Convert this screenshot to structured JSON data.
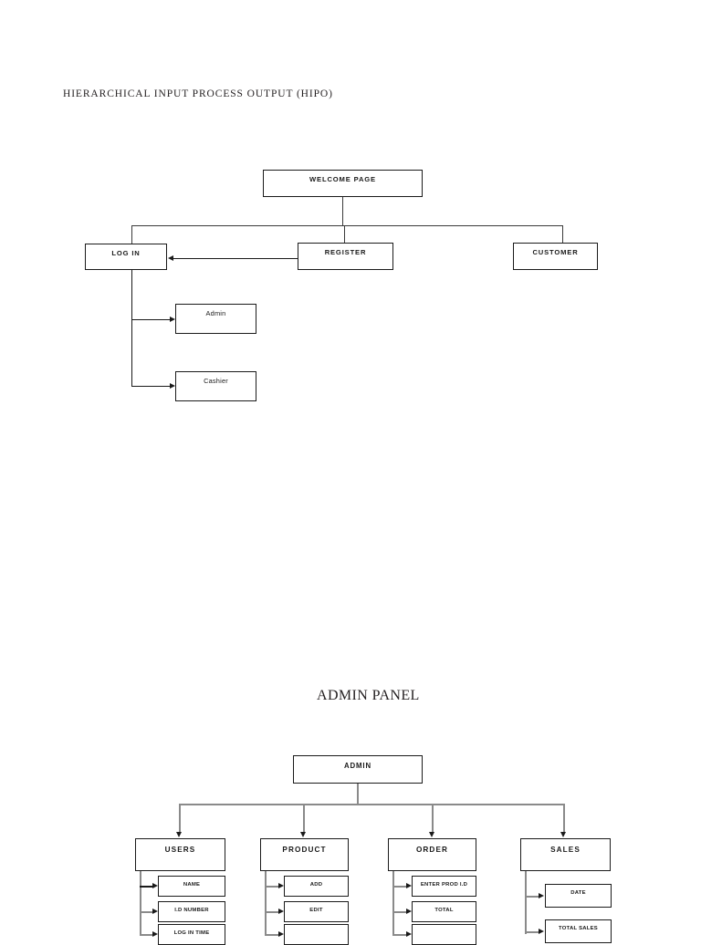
{
  "document": {
    "title": "HIERARCHICAL  INPUT  PROCESS  OUTPUT  (HIPO)",
    "section_title": "ADMIN PANEL",
    "background_color": "#ffffff",
    "box_border_color": "#1a1a1a",
    "connector_color": "#3a3a3a",
    "connector_color_gray": "#8a8a8a"
  },
  "hipo_diagram": {
    "root": {
      "label": "WELCOME PAGE"
    },
    "level2": [
      {
        "label": "LOG IN"
      },
      {
        "label": "REGISTER"
      },
      {
        "label": "CUSTOMER"
      }
    ],
    "login_children": [
      {
        "label": "Admin"
      },
      {
        "label": "Cashier"
      }
    ],
    "cross_link": {
      "from": "REGISTER",
      "to": "LOG IN",
      "direction": "left"
    }
  },
  "admin_panel_diagram": {
    "root": {
      "label": "ADMIN"
    },
    "categories": [
      {
        "label": "USERS",
        "items": [
          {
            "label": "NAME"
          },
          {
            "label": "I.D NUMBER"
          },
          {
            "label": "LOG IN TIME"
          }
        ]
      },
      {
        "label": "PRODUCT",
        "items": [
          {
            "label": "ADD"
          },
          {
            "label": "EDIT"
          },
          {
            "label": ""
          }
        ]
      },
      {
        "label": "ORDER",
        "items": [
          {
            "label": "ENTER PROD I.D"
          },
          {
            "label": "TOTAL"
          },
          {
            "label": ""
          }
        ]
      },
      {
        "label": "SALES",
        "items": [
          {
            "label": "DATE"
          },
          {
            "label": "TOTAL SALES"
          }
        ]
      }
    ]
  }
}
